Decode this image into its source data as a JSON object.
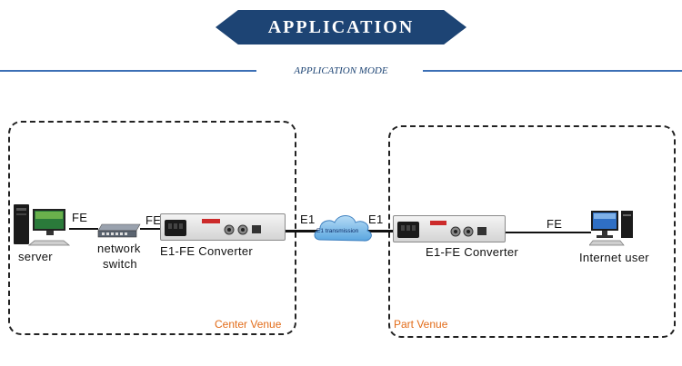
{
  "header": {
    "title": "APPLICATION",
    "subtitle": "APPLICATION MODE"
  },
  "venues": {
    "center_label": "Center Venue",
    "part_label": "Part Venue"
  },
  "nodes": {
    "server": "server",
    "switch_line1": "network",
    "switch_line2": "switch",
    "converter_center": "E1-FE Converter",
    "converter_part": "E1-FE Converter",
    "internet_user": "Internet user",
    "cloud": "E1 transmission"
  },
  "links": {
    "fe_server_switch": "FE",
    "fe_switch_converter": "FE",
    "e1_left": "E1",
    "e1_right": "E1",
    "fe_converter_user": "FE"
  },
  "colors": {
    "banner": "#1d4474",
    "rule": "#3c6fb5",
    "venue_label": "#e26c19"
  }
}
